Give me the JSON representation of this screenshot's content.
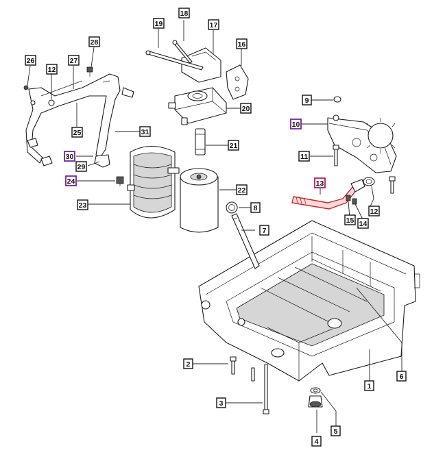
{
  "diagram": {
    "callouts": [
      {
        "id": "c1",
        "label": "1",
        "style": "normal"
      },
      {
        "id": "c2",
        "label": "2",
        "style": "normal"
      },
      {
        "id": "c3",
        "label": "3",
        "style": "normal"
      },
      {
        "id": "c4",
        "label": "4",
        "style": "normal"
      },
      {
        "id": "c5",
        "label": "5",
        "style": "normal"
      },
      {
        "id": "c6",
        "label": "6",
        "style": "normal"
      },
      {
        "id": "c7",
        "label": "7",
        "style": "normal"
      },
      {
        "id": "c8",
        "label": "8",
        "style": "normal"
      },
      {
        "id": "c9",
        "label": "9",
        "style": "normal"
      },
      {
        "id": "c10",
        "label": "10",
        "style": "purple"
      },
      {
        "id": "c11",
        "label": "11",
        "style": "normal"
      },
      {
        "id": "c12a",
        "label": "12",
        "style": "normal"
      },
      {
        "id": "c12b",
        "label": "12",
        "style": "normal"
      },
      {
        "id": "c13",
        "label": "13",
        "style": "red"
      },
      {
        "id": "c14",
        "label": "14",
        "style": "normal"
      },
      {
        "id": "c15",
        "label": "15",
        "style": "normal"
      },
      {
        "id": "c16",
        "label": "16",
        "style": "normal"
      },
      {
        "id": "c17",
        "label": "17",
        "style": "normal"
      },
      {
        "id": "c18",
        "label": "18",
        "style": "normal"
      },
      {
        "id": "c19",
        "label": "19",
        "style": "normal"
      },
      {
        "id": "c20",
        "label": "20",
        "style": "normal"
      },
      {
        "id": "c21",
        "label": "21",
        "style": "normal"
      },
      {
        "id": "c22",
        "label": "22",
        "style": "normal"
      },
      {
        "id": "c23",
        "label": "23",
        "style": "normal"
      },
      {
        "id": "c24",
        "label": "24",
        "style": "purple"
      },
      {
        "id": "c25",
        "label": "25",
        "style": "normal"
      },
      {
        "id": "c26",
        "label": "26",
        "style": "normal"
      },
      {
        "id": "c27",
        "label": "27",
        "style": "normal"
      },
      {
        "id": "c28",
        "label": "28",
        "style": "normal"
      },
      {
        "id": "c29",
        "label": "29",
        "style": "normal"
      },
      {
        "id": "c30",
        "label": "30",
        "style": "purple"
      },
      {
        "id": "c31",
        "label": "31",
        "style": "normal"
      }
    ],
    "colors": {
      "highlight": "#c2185b",
      "purple": "#7b1fa2",
      "highlight_part": "#c62828"
    }
  }
}
